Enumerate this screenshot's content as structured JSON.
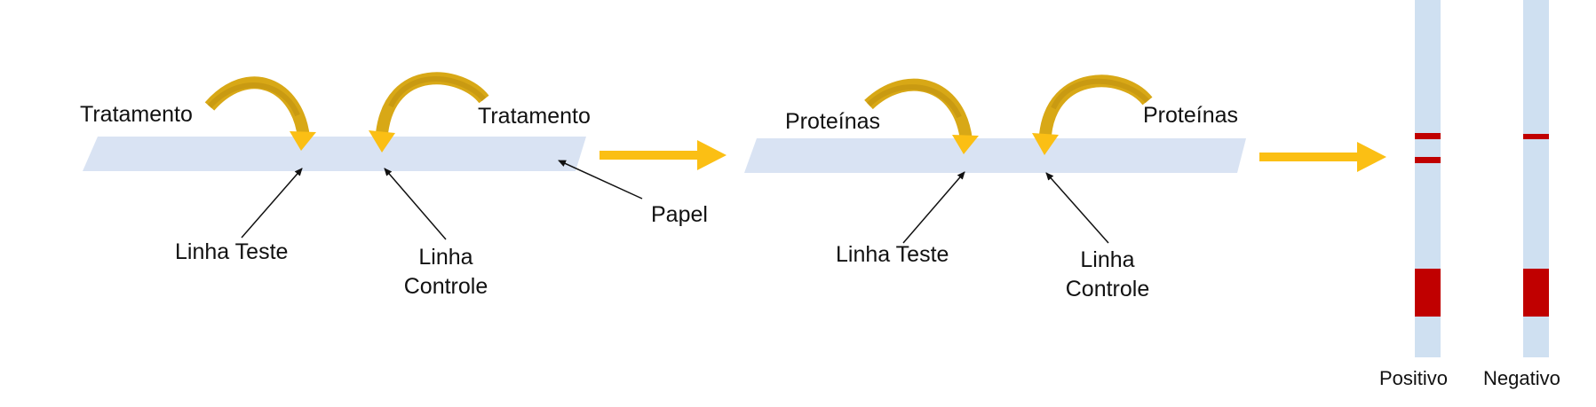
{
  "colors": {
    "strip": "#d9e3f3",
    "vertical_strip": "#cfe0f1",
    "arrow_gold": "#fbbf14",
    "curved_arrow_dark": "#c99a12",
    "band_red": "#c00000",
    "pointer": "#111111"
  },
  "stage1": {
    "label_left": "Tratamento",
    "label_right": "Tratamento",
    "label_test": "Linha Teste",
    "label_control_line1": "Linha",
    "label_control_line2": "Controle",
    "label_paper": "Papel"
  },
  "stage2": {
    "label_left": "Proteínas",
    "label_right": "Proteínas",
    "label_test": "Linha Teste",
    "label_control_line1": "Linha",
    "label_control_line2": "Controle"
  },
  "results": {
    "positive": "Positivo",
    "negative": "Negativo"
  }
}
